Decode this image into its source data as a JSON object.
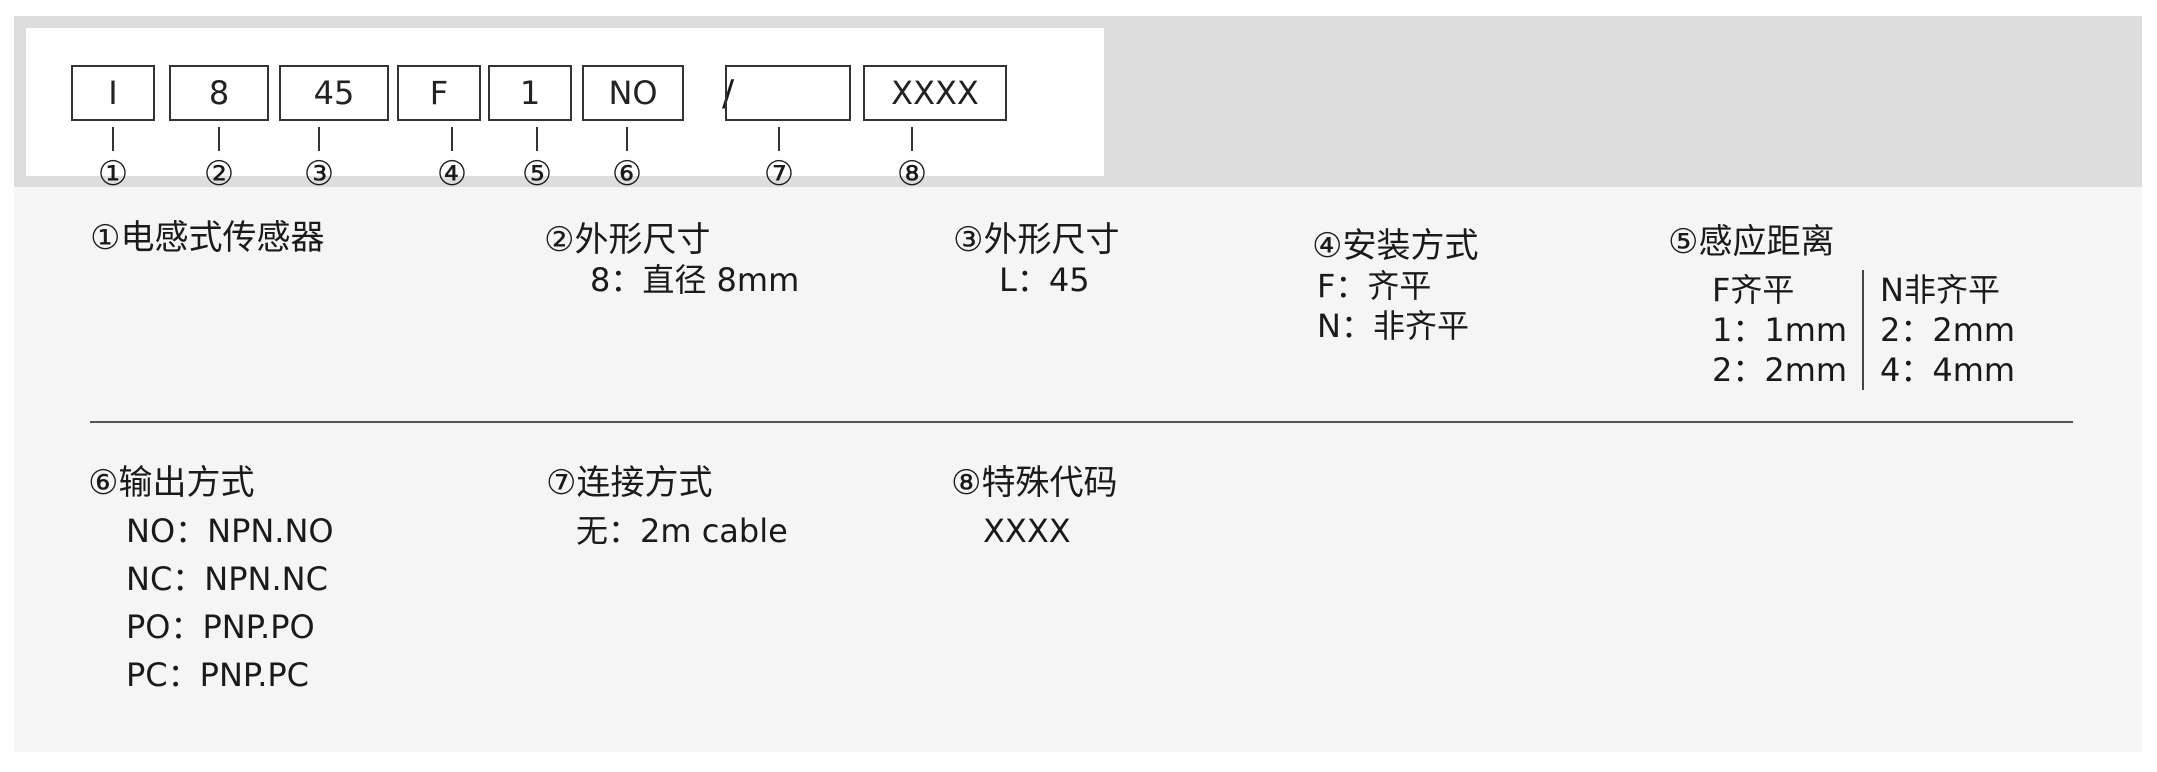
{
  "code": {
    "boxes": [
      "I",
      "8",
      "45",
      "F",
      "1",
      "NO",
      "",
      "XXXX"
    ],
    "separator": "/",
    "markers": [
      "①",
      "②",
      "③",
      "④",
      "⑤",
      "⑥",
      "⑦",
      "⑧"
    ]
  },
  "sections": {
    "s1": {
      "title": "①电感式传感器"
    },
    "s2": {
      "title": "②外形尺寸",
      "lines": [
        "8：直径 8mm"
      ]
    },
    "s3": {
      "title": "③外形尺寸",
      "lines": [
        "L：45"
      ]
    },
    "s4": {
      "title": "④安装方式",
      "lines": [
        "F：齐平",
        "N：非齐平"
      ]
    },
    "s5": {
      "title": "⑤感应距离",
      "col_a": [
        "F齐平",
        "1：1mm",
        "2：2mm"
      ],
      "col_b": [
        "N非齐平",
        "2：2mm",
        "4：4mm"
      ]
    },
    "s6": {
      "title": "⑥输出方式",
      "lines": [
        "NO：NPN.NO",
        "NC：NPN.NC",
        "PO：PNP.PO",
        "PC：PNP.PC"
      ]
    },
    "s7": {
      "title": "⑦连接方式",
      "lines": [
        "无：2m cable"
      ]
    },
    "s8": {
      "title": "⑧特殊代码",
      "lines": [
        "XXXX"
      ]
    }
  }
}
